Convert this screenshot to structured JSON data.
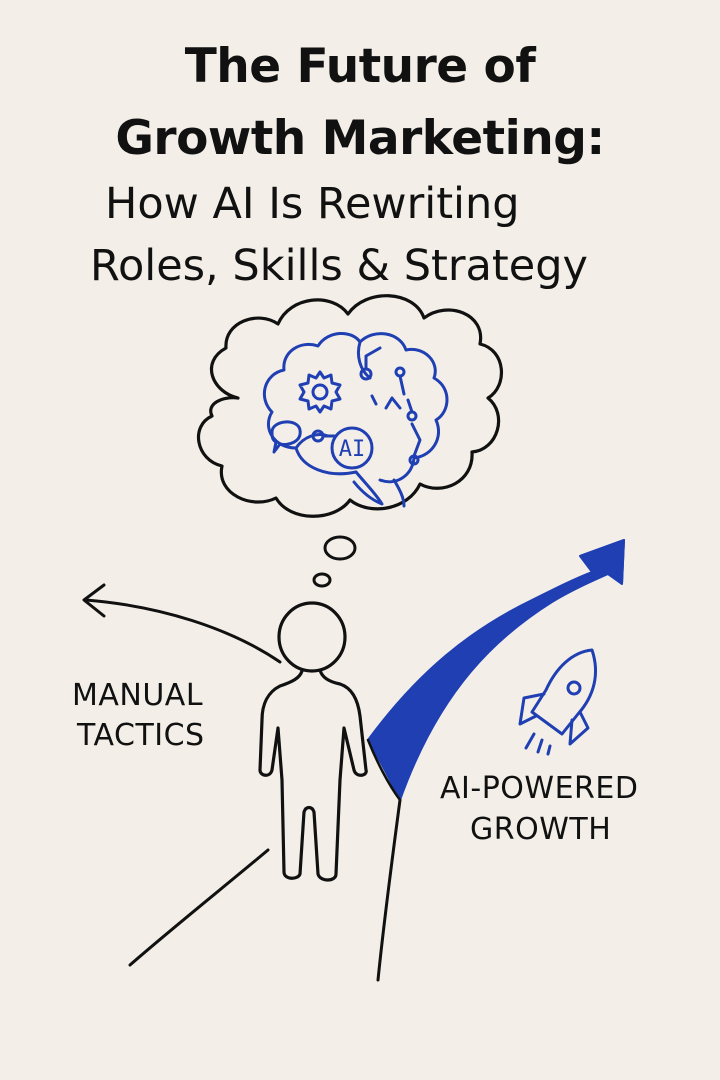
{
  "title": {
    "line1": "The Future of",
    "line2": "Growth Marketing:"
  },
  "subtitle": {
    "line1": "How AI Is Rewriting",
    "line2": "Roles, Skills & Strategy"
  },
  "brain": {
    "label": "AI"
  },
  "paths": {
    "left_label_line1": "MANUAL",
    "left_label_line2": "TACTICS",
    "right_label_line1": "AI-POWERED",
    "right_label_line2": "GROWTH"
  },
  "colors": {
    "background": "#f3efe8",
    "ink": "#111111",
    "accent_blue": "#1f3fb3"
  },
  "icons": [
    "brain-icon",
    "gear-icon",
    "speech-bubble-icon",
    "rocket-icon",
    "arrow-left-icon",
    "arrow-up-right-icon"
  ]
}
